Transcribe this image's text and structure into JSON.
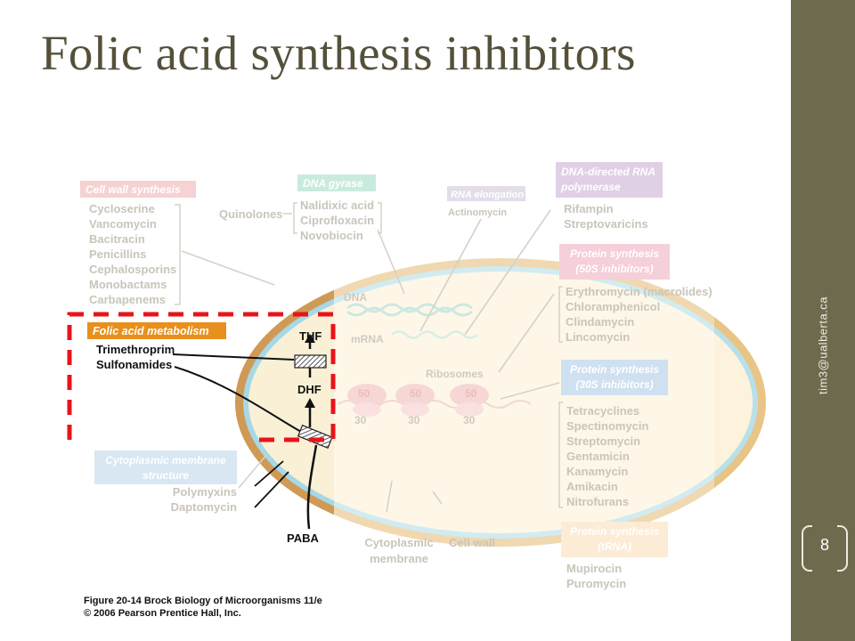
{
  "slide": {
    "title": "Folic acid synthesis inhibitors",
    "footer_email": "tim3@ualberta.ca",
    "page_number": "8"
  },
  "figure": {
    "cell_wall": {
      "header": "Cell wall synthesis",
      "drugs": [
        "Cycloserine",
        "Vancomycin",
        "Bacitracin",
        "Penicillins",
        "Cephalosporins",
        "Monobactams",
        "Carbapenems"
      ]
    },
    "quinolones_label": "Quinolones",
    "dna_gyrase": {
      "header": "DNA gyrase",
      "drugs": [
        "Nalidixic acid",
        "Ciprofloxacin",
        "Novobiocin"
      ]
    },
    "rna_elongation": {
      "header": "RNA elongation",
      "drugs": [
        "Actinomycin"
      ]
    },
    "rna_polymerase": {
      "header_line1": "DNA-directed RNA",
      "header_line2": "polymerase",
      "drugs": [
        "Rifampin",
        "Streptovaricins"
      ]
    },
    "protein_50s": {
      "header_line1": "Protein synthesis",
      "header_line2": "(50S inhibitors)",
      "drugs": [
        "Erythromycin (macrolides)",
        "Chloramphenicol",
        "Clindamycin",
        "Lincomycin"
      ]
    },
    "protein_30s": {
      "header_line1": "Protein synthesis",
      "header_line2": "(30S inhibitors)",
      "drugs": [
        "Tetracyclines",
        "Spectinomycin",
        "Streptomycin",
        "Gentamicin",
        "Kanamycin",
        "Amikacin",
        "Nitrofurans"
      ]
    },
    "protein_trna": {
      "header_line1": "Protein synthesis",
      "header_line2": "(tRNA)",
      "drugs": [
        "Mupirocin",
        "Puromycin"
      ]
    },
    "folic_acid": {
      "header": "Folic acid metabolism",
      "drugs": [
        "Trimethroprim",
        "Sulfonamides"
      ]
    },
    "membrane": {
      "header_line1": "Cytoplasmic membrane",
      "header_line2": "structure",
      "drugs": [
        "Polymyxins",
        "Daptomycin"
      ]
    },
    "labels": {
      "thf": "THF",
      "dhf": "DHF",
      "paba": "PABA",
      "dna": "DNA",
      "mrna": "mRNA",
      "ribosomes": "Ribosomes",
      "r50": "50",
      "r30": "30",
      "cytoplasmic_membrane_line1": "Cytoplasmic",
      "cytoplasmic_membrane_line2": "membrane",
      "cell_wall": "Cell wall"
    },
    "caption_line1": "Figure 20-14 Brock Biology of Microorganisms 11/e",
    "caption_line2": "© 2006 Pearson Prentice Hall, Inc."
  },
  "colors": {
    "sidebar": "#6e6a4e",
    "title_text": "#55503a",
    "highlight_dash": "#e8141b",
    "folic_header": "#e8901e",
    "cell_wall_header": "#f4c8c8",
    "gyrase_header": "#c9ebdd",
    "rna_header": "#dcd7e6",
    "purple_header": "#dccbe3",
    "pink_header": "#f5cfd9",
    "blue_header": "#cfe0f0",
    "cream_header": "#fbead2",
    "cell_interior": "#fdf3dc",
    "cell_wall_ring": "#cf9a55",
    "membrane_ring": "#a6d8e6"
  }
}
